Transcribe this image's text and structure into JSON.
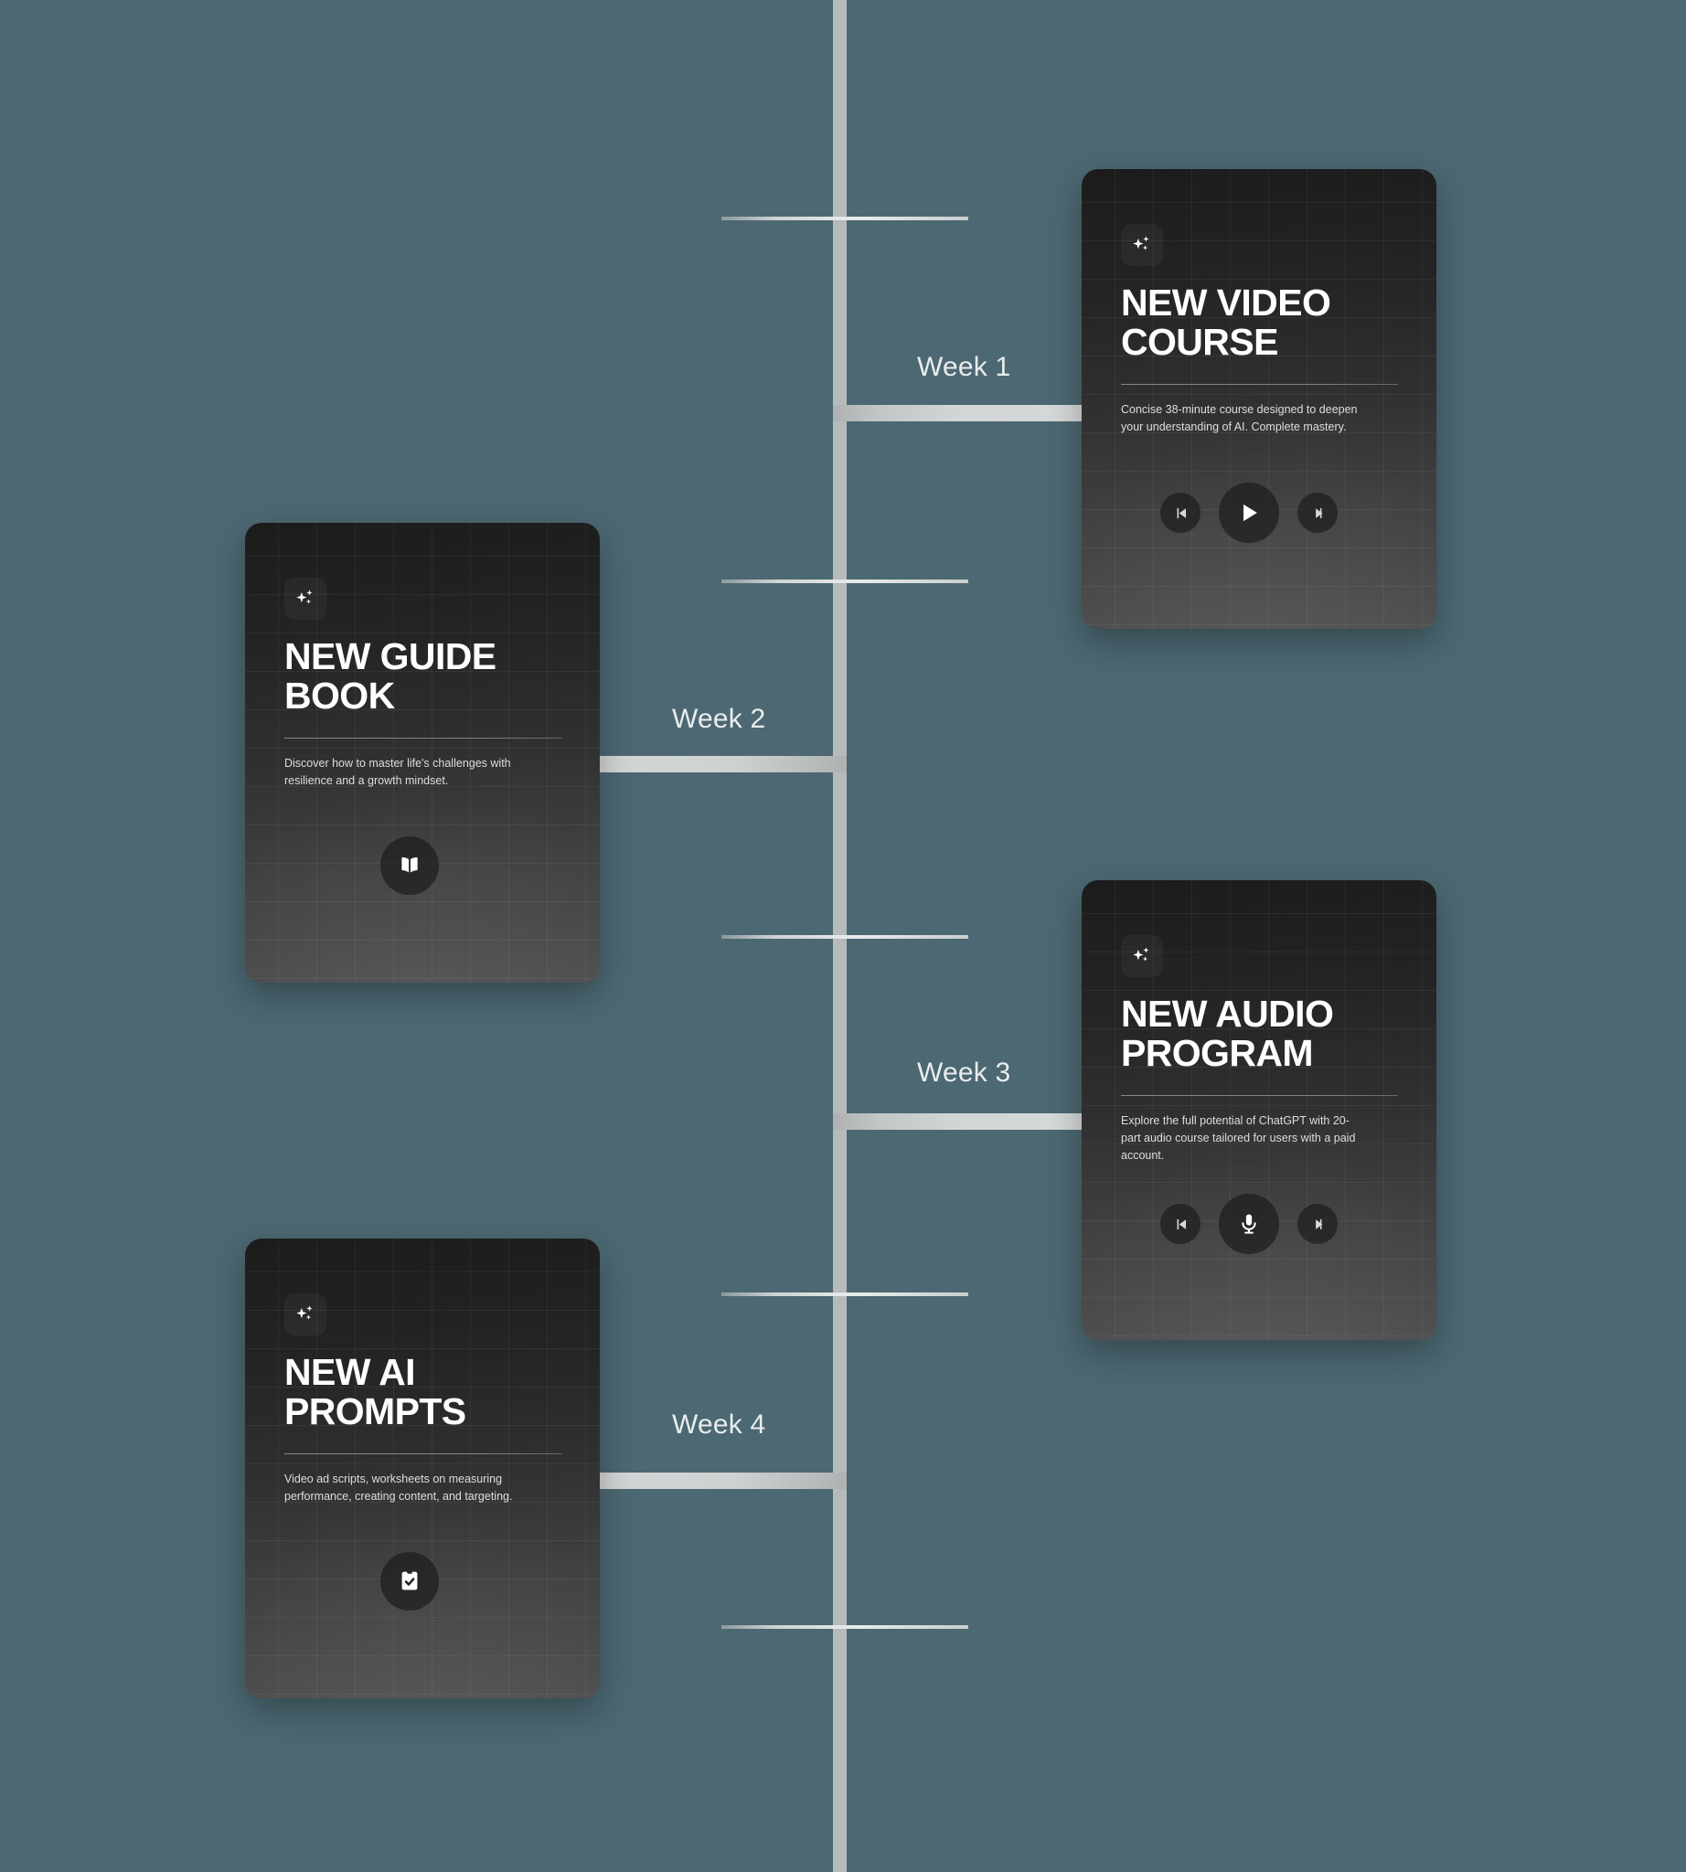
{
  "background_color": "#4c6872",
  "spine_color": "#b7baba",
  "timeline": {
    "weeks": [
      {
        "label": "Week 1",
        "side": "right"
      },
      {
        "label": "Week 2",
        "side": "left"
      },
      {
        "label": "Week 3",
        "side": "right"
      },
      {
        "label": "Week 4",
        "side": "left"
      }
    ]
  },
  "cards": [
    {
      "id": "week1",
      "badge_icon": "sparkles-icon",
      "title": "NEW VIDEO COURSE",
      "description": "Concise 38-minute course designed to deepen your understanding of AI. Complete mastery.",
      "control_type": "media-player",
      "controls": [
        {
          "icon": "previous-track-icon",
          "size": "small"
        },
        {
          "icon": "play-icon",
          "size": "large"
        },
        {
          "icon": "next-track-icon",
          "size": "small"
        }
      ]
    },
    {
      "id": "week2",
      "badge_icon": "sparkles-icon",
      "title": "NEW GUIDE BOOK",
      "description": "Discover how to master life's challenges with resilience and a growth mindset.",
      "control_type": "single-icon",
      "controls": [
        {
          "icon": "open-book-icon",
          "size": "medium"
        }
      ]
    },
    {
      "id": "week3",
      "badge_icon": "sparkles-icon",
      "title": "NEW AUDIO PROGRAM",
      "description": "Explore the full potential of ChatGPT with 20-part audio course tailored for users with a paid account.",
      "control_type": "media-player",
      "controls": [
        {
          "icon": "previous-track-icon",
          "size": "small"
        },
        {
          "icon": "microphone-icon",
          "size": "large"
        },
        {
          "icon": "next-track-icon",
          "size": "small"
        }
      ]
    },
    {
      "id": "week4",
      "badge_icon": "sparkles-icon",
      "title": "NEW AI PROMPTS",
      "description": "Video ad scripts, worksheets on measuring performance, creating content, and targeting.",
      "control_type": "single-icon",
      "controls": [
        {
          "icon": "clipboard-check-icon",
          "size": "medium"
        }
      ]
    }
  ]
}
